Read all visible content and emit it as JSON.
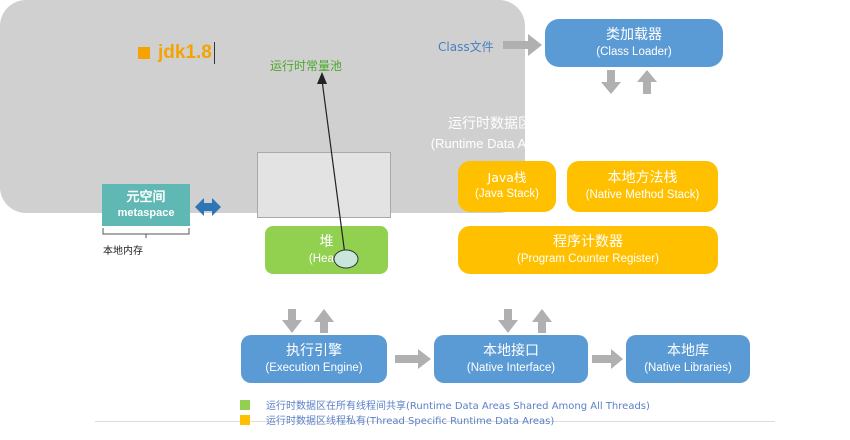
{
  "version": {
    "label": "jdk1.8",
    "color": "#f4a300"
  },
  "heap_pool_annotation": "运行时常量池",
  "class_file_label": "Class文件",
  "class_loader": {
    "zh": "类加载器",
    "en": "(Class Loader)"
  },
  "runtime": {
    "zh": "运行时数据区",
    "en": "(Runtime Data Area)"
  },
  "java_stack": {
    "zh": "Java栈",
    "en": "(Java Stack)"
  },
  "native_method_stack": {
    "zh": "本地方法栈",
    "en": "(Native Method Stack)"
  },
  "program_counter": {
    "zh": "程序计数器",
    "en": "(Program Counter Register)"
  },
  "heap": {
    "zh": "堆",
    "en": "(Heap)"
  },
  "metaspace": {
    "zh": "元空间",
    "en": "metaspace",
    "caption": "本地内存"
  },
  "execution_engine": {
    "zh": "执行引擎",
    "en": "(Execution Engine)"
  },
  "native_interface": {
    "zh": "本地接口",
    "en": "(Native Interface)"
  },
  "native_libraries": {
    "zh": "本地库",
    "en": "(Native Libraries)"
  },
  "legend": [
    {
      "text": "运行时数据区在所有线程间共享(Runtime Data Areas Shared Among All Threads)",
      "color": "#92d050"
    },
    {
      "text": "运行时数据区线程私有(Thread Specific Runtime Data Areas)",
      "color": "#ffc000"
    }
  ],
  "colors": {
    "blue": "#5b9bd5",
    "yellow": "#ffc000",
    "green": "#92d050",
    "teal": "#5fb8b3",
    "gray": "#d0d0d0",
    "arrow": "#b0b0b0"
  }
}
